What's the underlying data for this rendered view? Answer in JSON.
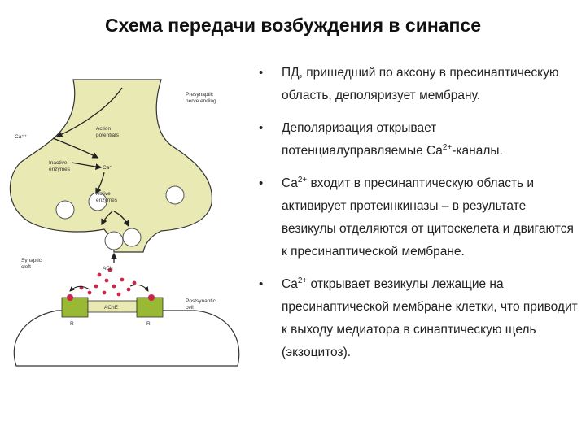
{
  "title": "Схема передачи возбуждения  в синапсе",
  "bullets": [
    {
      "marker": "•",
      "text": "ПД, пришедший по аксону в пресинаптическую область, деполяризует мембрану."
    },
    {
      "marker": "•",
      "text_before": "Деполяризация открывает потенциалуправляемые Ca",
      "sup": "2+",
      "text_after": "-каналы."
    },
    {
      "marker": "•",
      "text_before": "Ca",
      "sup": "2+",
      "text_after": " входит в пресинаптическую область и активирует протеинкиназы – в результате везикулы отделяются от цитоскелета и двигаются к пресинаптической мембране."
    },
    {
      "marker": "•",
      "text_before": "Ca",
      "sup": "2+",
      "text_after": " открывает везикулы лежащие на пресинаптической мембране клетки, что приводит к выходу медиатора в синаптическую щель (экзоцитоз)."
    }
  ],
  "diagram": {
    "presynaptic_label": [
      "Presynaptic",
      "nerve ending"
    ],
    "ca_outside": "Ca⁺⁺",
    "action_potentials": [
      "Action",
      "potentials"
    ],
    "inactive_enzymes": [
      "Inactive",
      "enzymes"
    ],
    "ca_inside": "Ca⁺",
    "active_enzymes": [
      "Active",
      "enzymes"
    ],
    "synaptic_cleft": [
      "Synaptic",
      "cleft"
    ],
    "ach": "ACh",
    "ache": "AChE",
    "postsynaptic_label": [
      "Postsynaptic",
      "cell"
    ],
    "receptor_left": "R",
    "receptor_right": "R",
    "colors": {
      "terminal_fill": "#e9e9b3",
      "receptor": "#99b833",
      "transmitter": "#c8284a"
    }
  }
}
